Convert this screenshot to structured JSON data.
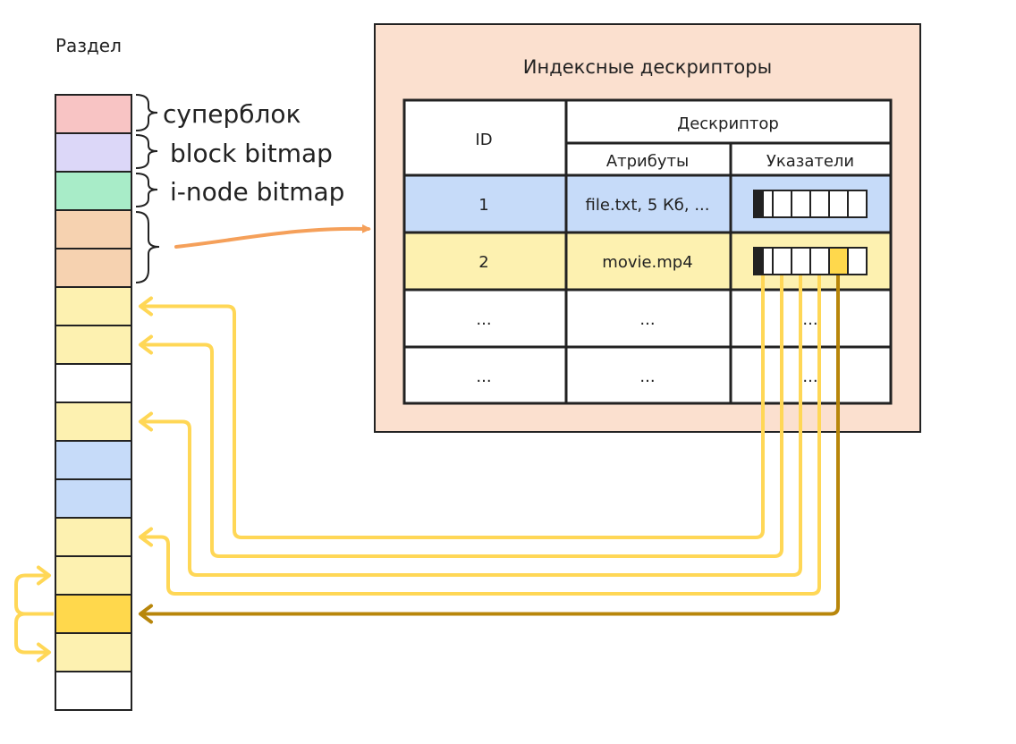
{
  "partition": {
    "title": "Раздел",
    "blocks": [
      "superblock",
      "block-bitmap",
      "inode-bitmap",
      "inode",
      "inode",
      "data",
      "data",
      "free",
      "data",
      "data-file1",
      "data-file1",
      "data",
      "data",
      "indirect",
      "data",
      "free"
    ]
  },
  "labels": {
    "superblock": "суперблок",
    "block_bitmap": "block bitmap",
    "inode_bitmap": "i-node bitmap"
  },
  "panel": {
    "title": "Индексные дескрипторы",
    "table": {
      "headers": {
        "id": "ID",
        "descriptor": "Дескриптор",
        "attributes": "Атрибуты",
        "pointers": "Указатели"
      },
      "rows": [
        {
          "id": "1",
          "attributes": "file.txt, 5 Кб, ...",
          "pointers": "",
          "kind": "file1"
        },
        {
          "id": "2",
          "attributes": "movie.mp4",
          "pointers": "",
          "kind": "file2"
        },
        {
          "id": "...",
          "attributes": "...",
          "pointers": "...",
          "kind": "empty"
        },
        {
          "id": "...",
          "attributes": "...",
          "pointers": "...",
          "kind": "empty"
        }
      ]
    }
  },
  "colors": {
    "superblock": "#f8c4c4",
    "block_bitmap": "#dcd7f8",
    "inode_bitmap": "#a8ecc8",
    "inode": "#f6d2b0",
    "data": "#fdf1b0",
    "data_file1": "#c6dbf9",
    "indirect": "#ffd84c",
    "free": "#ffffff",
    "panel": "#fbe0cf",
    "row1": "#c6dbf9",
    "row2": "#fdf1b0",
    "arrow_light": "#ffd756",
    "arrow_dark": "#b8860b",
    "arrow_orange": "#f5a05a"
  }
}
